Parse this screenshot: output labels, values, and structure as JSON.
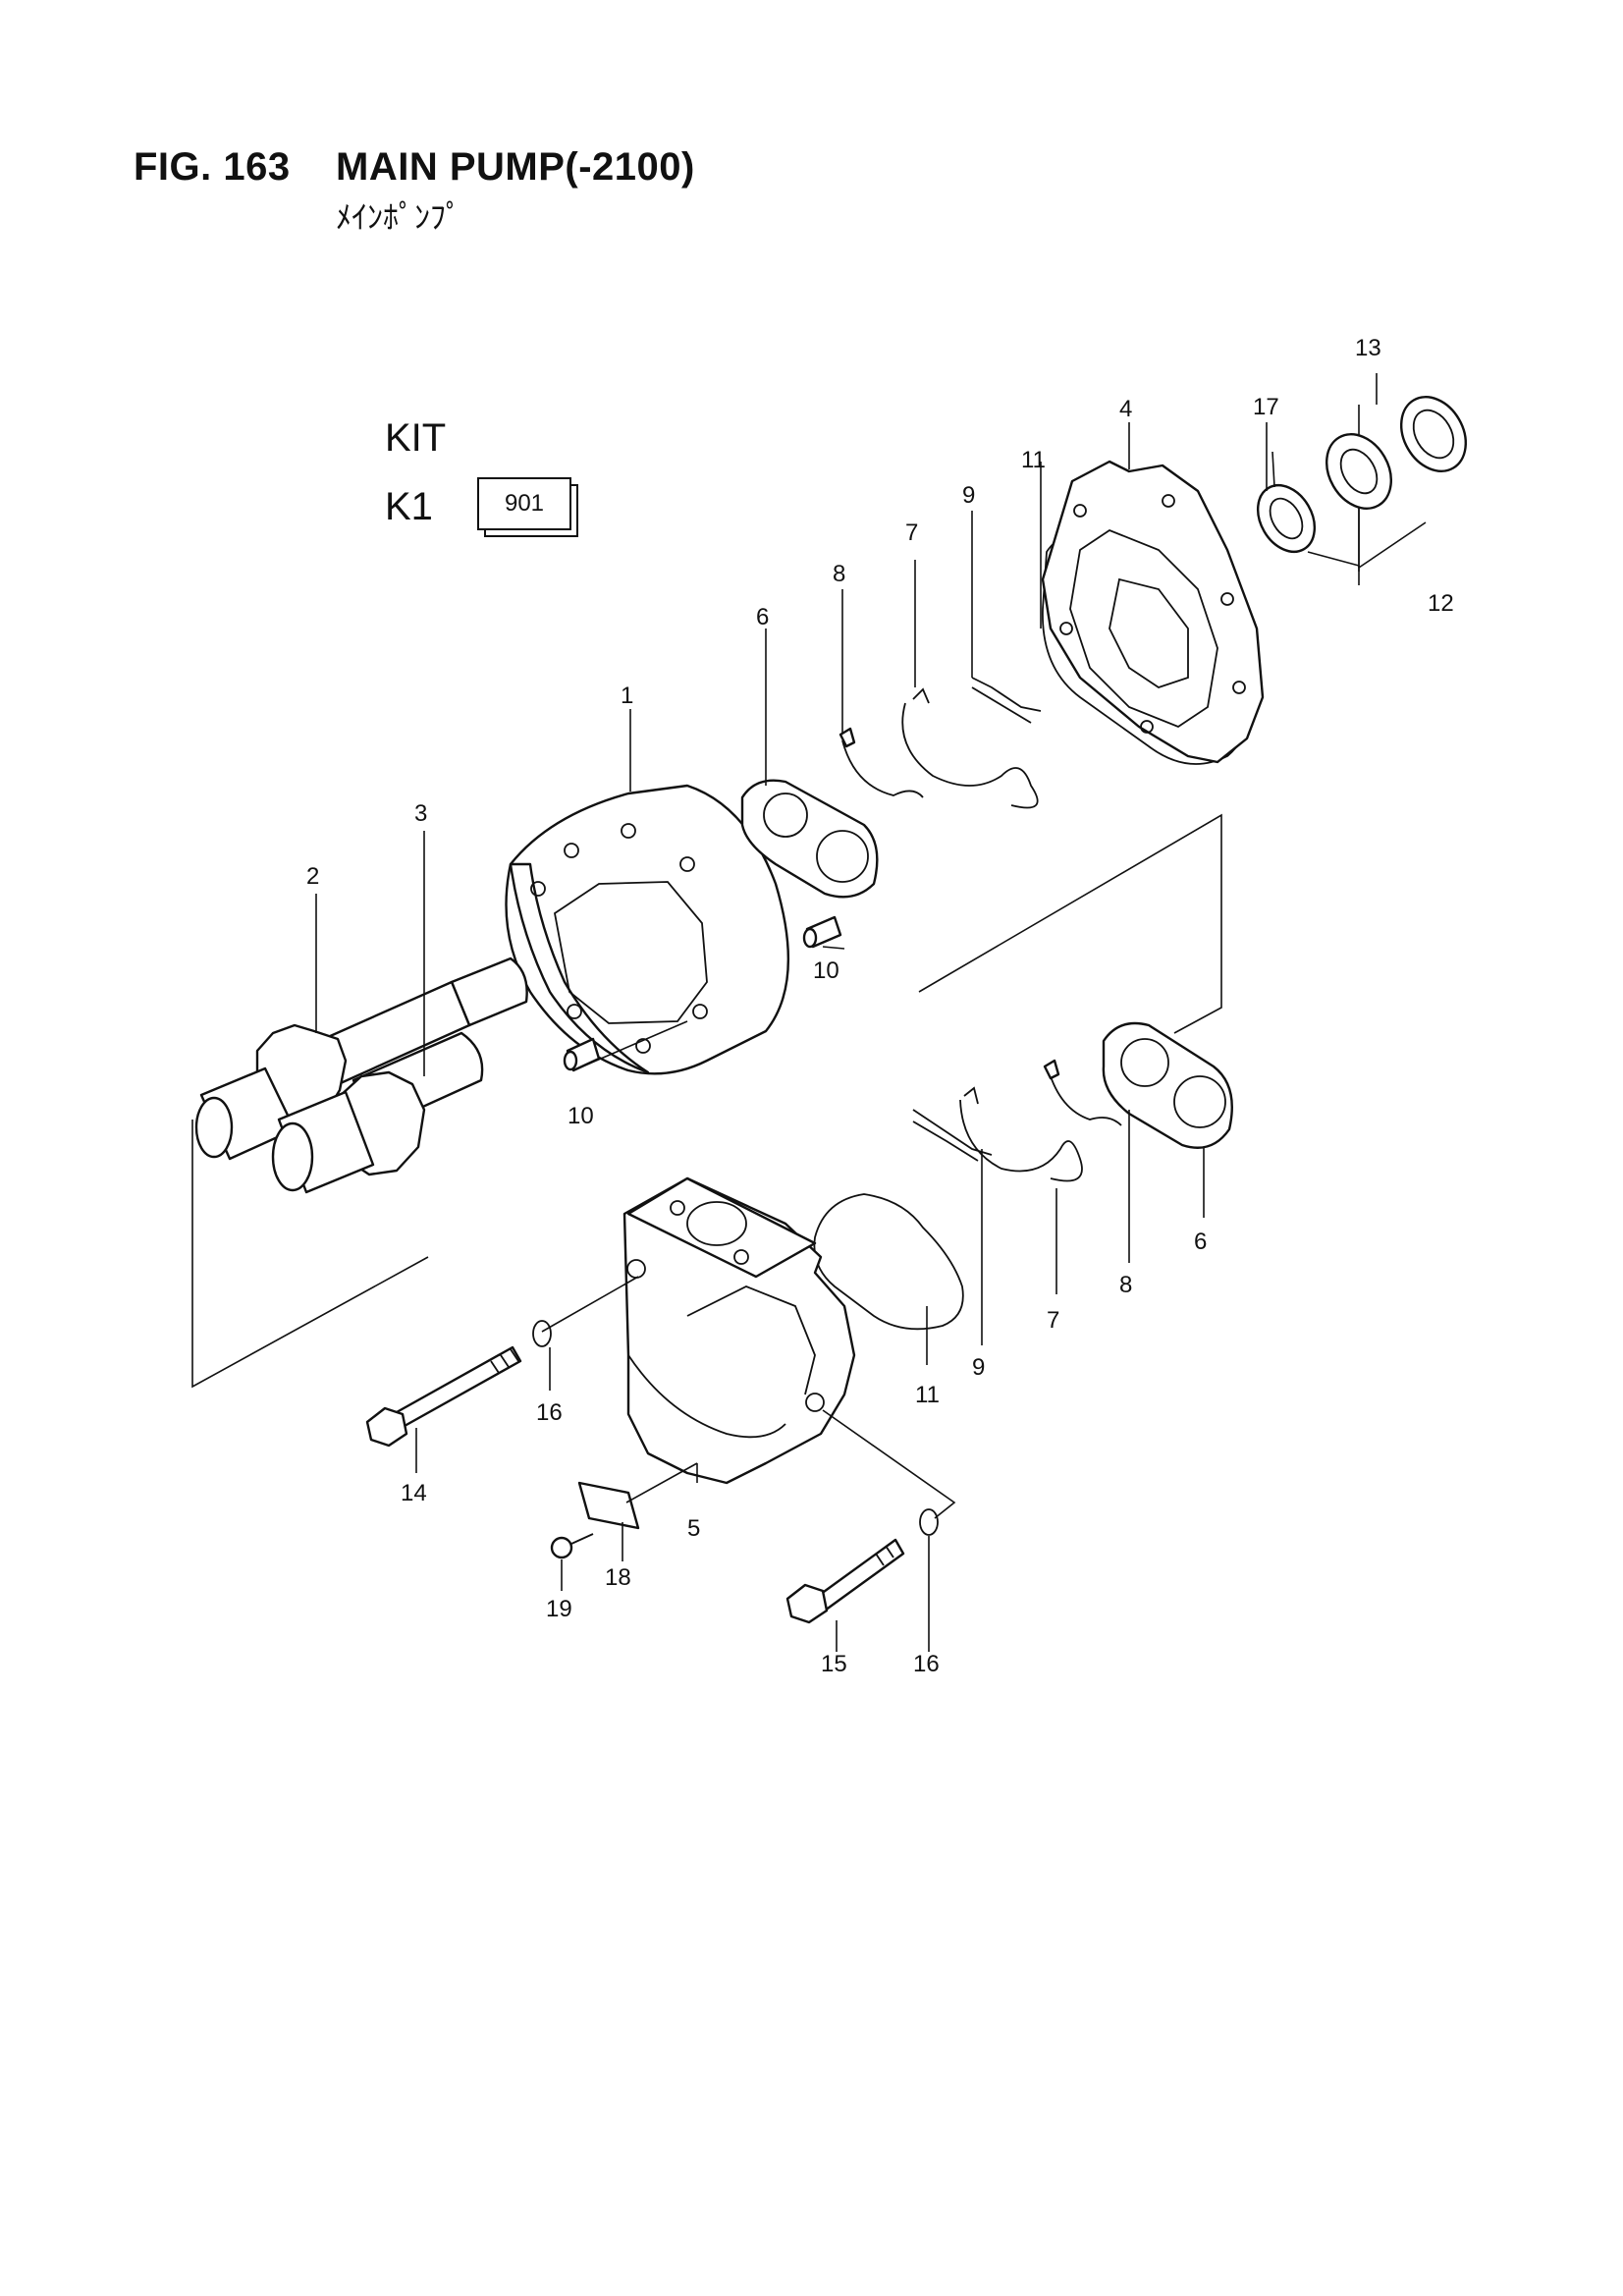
{
  "header": {
    "figure_number": "FIG. 163",
    "title": "MAIN PUMP(-2100)",
    "subtitle": "ﾒｲﾝﾎﾟﾝﾌﾟ"
  },
  "kit": {
    "label": "KIT",
    "code": "K1",
    "number": "901"
  },
  "callouts": [
    "1",
    "2",
    "3",
    "4",
    "5",
    "6",
    "6",
    "7",
    "7",
    "8",
    "8",
    "9",
    "9",
    "10",
    "10",
    "11",
    "11",
    "12",
    "13",
    "14",
    "15",
    "16",
    "16",
    "17",
    "18",
    "19"
  ]
}
